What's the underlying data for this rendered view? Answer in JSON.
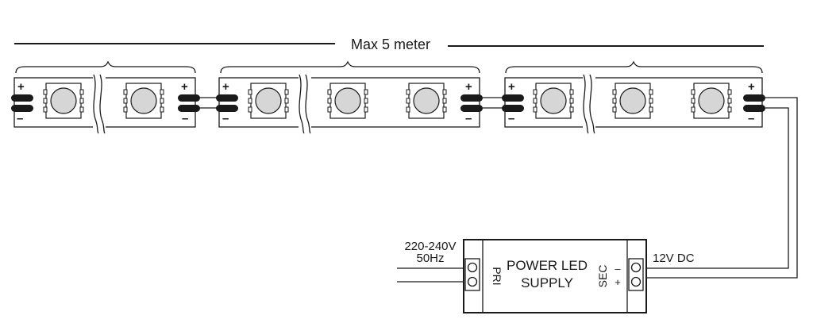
{
  "length_label": "Max 5 meter",
  "strip": {
    "plus_label": "+",
    "minus_label": "–",
    "segments": [
      {
        "led_count": 2
      },
      {
        "led_count": 3
      },
      {
        "led_count": 3
      }
    ]
  },
  "power_supply": {
    "title_line1": "POWER LED",
    "title_line2": "SUPPLY",
    "primary_label": "PRI",
    "secondary_label": "SEC",
    "sec_minus": "–",
    "sec_plus": "+",
    "input_voltage": "220-240V",
    "input_frequency": "50Hz",
    "output_voltage": "12V DC"
  },
  "colors": {
    "line": "#1a1a1a",
    "led_body": "#ffffff",
    "led_lens": "#d6d6d6",
    "terminal": "#1a1a1a"
  }
}
